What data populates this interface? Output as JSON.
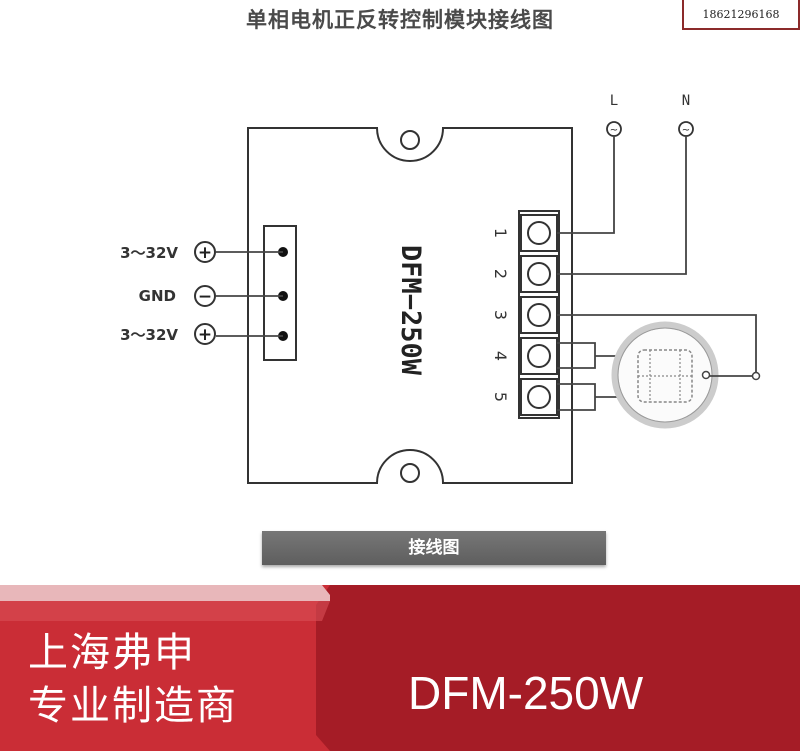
{
  "title": "单相电机正反转控制模块接线图",
  "phone": "18621296168",
  "module": {
    "model": "DFM−250W"
  },
  "left_terminals": [
    {
      "label": "3～32V",
      "symbol": "+"
    },
    {
      "label": "GND",
      "symbol": "−"
    },
    {
      "label": "3～32V",
      "symbol": "+"
    }
  ],
  "right_terminals": [
    "1",
    "2",
    "3",
    "4",
    "5"
  ],
  "power": {
    "l_label": "L",
    "n_label": "N",
    "symbol": "~"
  },
  "caption": "接线图",
  "banner": {
    "company": "上海弗申",
    "tagline": "专业制造商",
    "model": "DFM-250W",
    "colors": {
      "red": "#c8222c",
      "dark_red": "#a51c26",
      "light_strip": "#e8b7ba"
    }
  }
}
